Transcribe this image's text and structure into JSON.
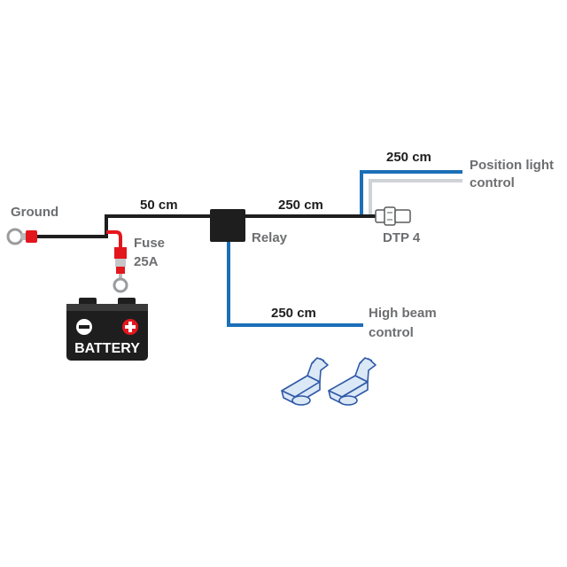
{
  "labels": {
    "ground": "Ground",
    "fuse_line1": "Fuse",
    "fuse_line2": "25A",
    "battery": "BATTERY",
    "relay": "Relay",
    "dtp": "DTP 4",
    "position_line1": "Position light",
    "position_line2": "control",
    "highbeam_line1": "High beam",
    "highbeam_line2": "control"
  },
  "lengths": {
    "ground_to_relay": "50 cm",
    "relay_to_dtp": "250 cm",
    "position_light": "250 cm",
    "high_beam": "250 cm"
  },
  "colors": {
    "wire_black": "#1e1e1e",
    "wire_red": "#e3161d",
    "wire_blue": "#1b6fb8",
    "wire_light_grey": "#d0d3d6",
    "connector_blue": "#2f59a7",
    "connector_fill": "#dbe8f6",
    "label_grey": "#6d6e70"
  },
  "icons": {
    "battery": "battery-icon",
    "fuse": "fuse-icon",
    "relay": "relay-icon",
    "ground_terminal": "ring-terminal-icon",
    "dtp_connector": "dtp-connector-icon",
    "splice_connectors": "wire-tap-connector-icon"
  }
}
